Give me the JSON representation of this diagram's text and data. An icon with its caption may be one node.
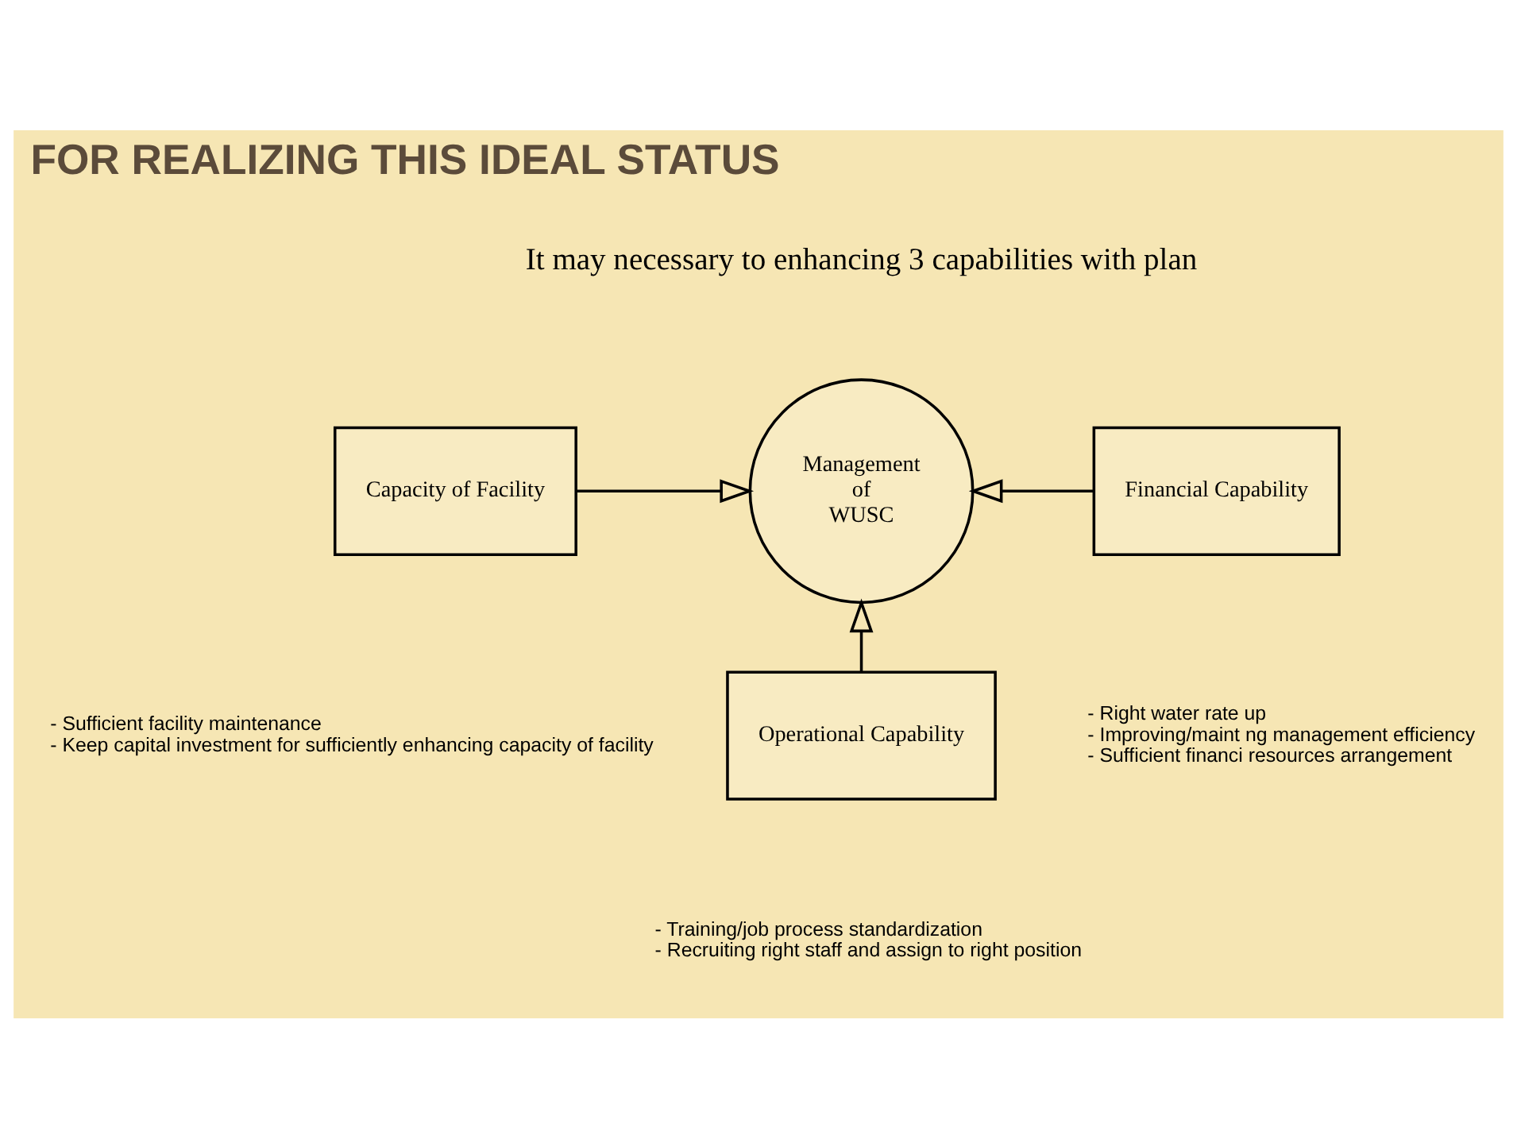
{
  "diagram": {
    "title": "FOR REALIZING THIS IDEAL STATUS",
    "nodes": [
      {
        "text": [
          "Management of WUSC"
        ]
      },
      {
        "text": [
          "Capacity of Facility"
        ],
        "beside": [
          "- Sufficient facility maintenance",
          "- Keep capital investment for sufficiently enhancing capacity of facility"
        ]
      },
      {
        "text": [
          "Financial Capability"
        ],
        "beside": [
          "- Right water rate up",
          "- Improving/maint ng management efficiency",
          "- Sufficient financi resources arrangement"
        ]
      },
      {
        "text": [
          "Operational Capability"
        ],
        "beside": [
          "- Training/job process standardization",
          "- Recruiting right staff and assign to right position"
        ]
      }
    ],
    "edges": [
      {
        "from": 1,
        "to": 0,
        "arrow": "to"
      },
      {
        "from": 2,
        "to": 0,
        "arrow": "to"
      },
      {
        "from": 3,
        "to": 0,
        "arrow": "to"
      }
    ],
    "labels": [
      "It may necessary to enhancing 3 capabilities with plan"
    ]
  }
}
